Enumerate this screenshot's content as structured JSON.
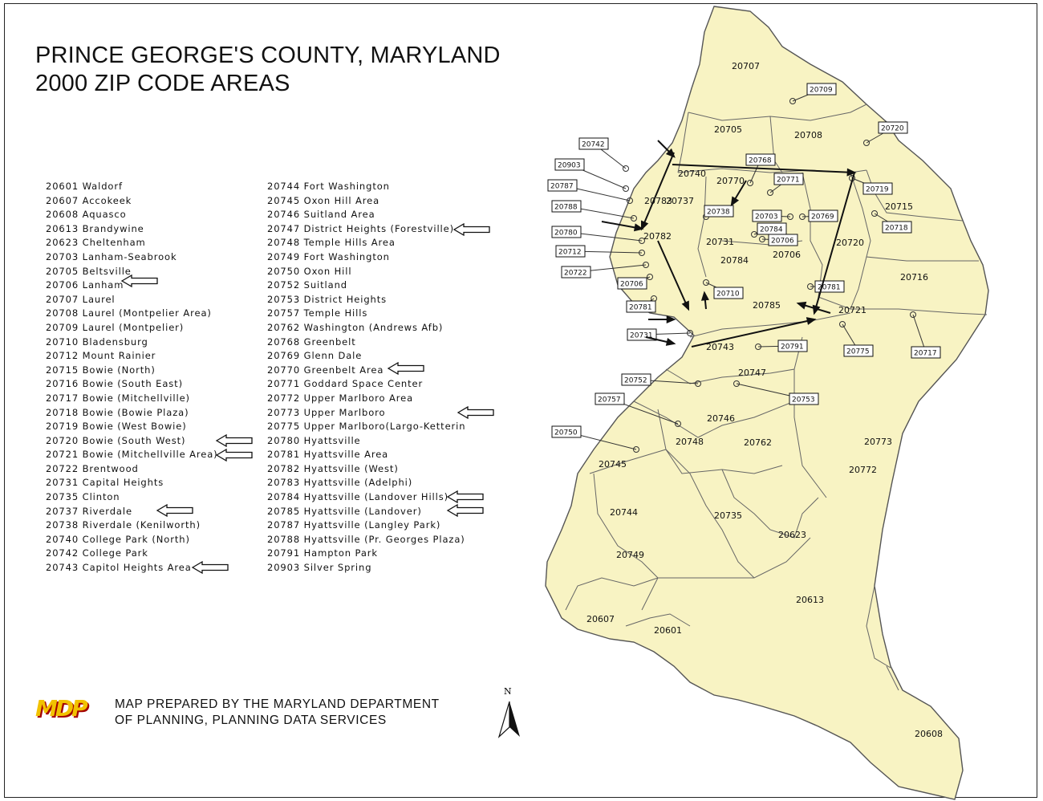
{
  "title": {
    "line1": "PRINCE GEORGE'S COUNTY, MARYLAND",
    "line2": "2000 ZIP CODE AREAS"
  },
  "legend_col1": [
    "20601 Waldorf",
    "20607 Accokeek",
    "20608 Aquasco",
    "20613 Brandywine",
    "20623 Cheltenham",
    "20703 Lanham-Seabrook",
    "20705 Beltsville",
    "20706 Lanham",
    "20707 Laurel",
    "20708 Laurel (Montpelier Area)",
    "20709 Laurel (Montpelier)",
    "20710 Bladensburg",
    "20712 Mount Rainier",
    "20715 Bowie (North)",
    "20716 Bowie (South East)",
    "20717 Bowie (Mitchellville)",
    "20718 Bowie (Bowie Plaza)",
    "20719 Bowie (West Bowie)",
    "20720 Bowie (South West)",
    "20721 Bowie (Mitchellville Area)",
    "20722 Brentwood",
    "20731 Capital Heights",
    "20735 Clinton",
    "20737 Riverdale",
    "20738 Riverdale (Kenilworth)",
    "20740 College Park (North)",
    "20742 College Park",
    "20743 Capitol Heights Area"
  ],
  "legend_col2": [
    "20744 Fort Washington",
    "20745 Oxon Hill Area",
    "20746 Suitland Area",
    "20747 District Heights (Forestville)",
    "20748 Temple Hills Area",
    "20749 Fort Washington",
    "20750 Oxon Hill",
    "20752 Suitland",
    "20753 District Heights",
    "20757 Temple Hills",
    "20762 Washington (Andrews Afb)",
    "20768 Greenbelt",
    "20769 Glenn Dale",
    "20770 Greenbelt Area",
    "20771 Goddard Space Center",
    "20772 Upper Marlboro Area",
    "20773 Upper Marlboro",
    "20775 Upper Marlboro(Largo-Ketterin",
    "20780 Hyattsville",
    "20781 Hyattsville Area",
    "20782 Hyattsville (West)",
    "20783 Hyattsville (Adelphi)",
    "20784 Hyattsville (Landover Hills)",
    "20785 Hyattsville (Landover)",
    "20787 Hyattsville (Langley Park)",
    "20788 Hyattsville (Pr. Georges Plaza)",
    "20791 Hampton Park",
    "20903 Silver Spring"
  ],
  "credit": {
    "logo": "MDP",
    "line1": "MAP PREPARED BY THE MARYLAND DEPARTMENT",
    "line2": "OF PLANNING, PLANNING DATA SERVICES"
  },
  "north_label": "N",
  "map_labels": [
    "20707",
    "20705",
    "20708",
    "20740",
    "20770",
    "20715",
    "20720",
    "20716",
    "20721",
    "20785",
    "20743",
    "20747",
    "20746",
    "20748",
    "20762",
    "20773",
    "20772",
    "20745",
    "20744",
    "20735",
    "20623",
    "20749",
    "20613",
    "20607",
    "20601",
    "20608",
    "20783",
    "20782",
    "20737",
    "20731",
    "20784",
    "20706"
  ],
  "map_boxes": [
    "20709",
    "20720",
    "20742",
    "20768",
    "20771",
    "20903",
    "20787",
    "20719",
    "20788",
    "20738",
    "20703",
    "20769",
    "20718",
    "20780",
    "20784",
    "20706",
    "20712",
    "20722",
    "20706",
    "20710",
    "20781",
    "20781",
    "20731",
    "20791",
    "20775",
    "20717",
    "20752",
    "20753",
    "20757",
    "20750"
  ],
  "colors": {
    "county_fill": "#f8f3c3",
    "boundary": "#555555",
    "arrow": "#111111"
  }
}
